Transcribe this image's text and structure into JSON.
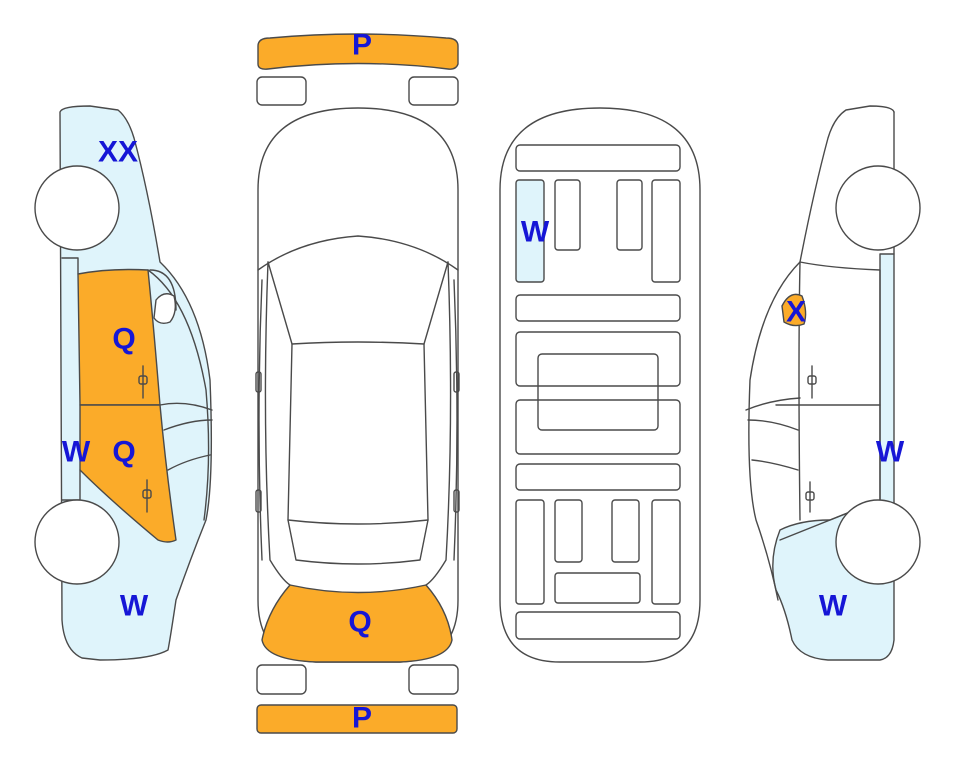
{
  "colors": {
    "light_damage": "#dff4fb",
    "heavy_damage": "#fbab29",
    "label": "#1616d6",
    "outline": "#4a4a4a"
  },
  "labels": {
    "front_bumper": "P",
    "rear_bumper": "P",
    "left_front_fender": "XX",
    "left_front_door": "Q",
    "left_rear_door": "Q",
    "left_rocker": "W",
    "left_rear_quarter": "W",
    "trunk_lid": "Q",
    "floor_front_left": "W",
    "right_front_door_mark": "X",
    "right_rocker": "W",
    "right_rear_quarter": "W"
  }
}
